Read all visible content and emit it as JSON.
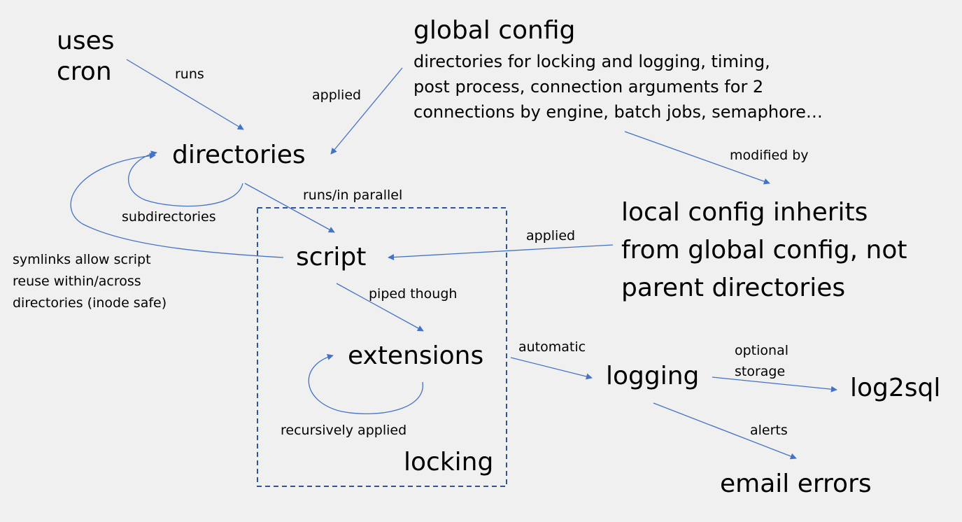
{
  "nodes": {
    "uses_cron": [
      "uses",
      "cron"
    ],
    "global_config": "global config",
    "global_config_desc": [
      "directories for locking and logging, timing,",
      "post process, connection arguments for 2",
      "connections by engine, batch jobs, semaphore…"
    ],
    "directories": "directories",
    "script": "script",
    "extensions": "extensions",
    "locking": "locking",
    "local_config": [
      "local config inherits",
      "from global config, not",
      "parent directories"
    ],
    "logging": "logging",
    "log2sql": "log2sql",
    "email_errors": "email errors"
  },
  "notes": {
    "symlinks": [
      "symlinks allow script",
      "reuse within/across",
      "directories (inode safe)"
    ]
  },
  "edge_labels": {
    "runs": "runs",
    "applied_global": "applied",
    "modified_by": "modified by",
    "subdirectories": "subdirectories",
    "runs_parallel": "runs/in parallel",
    "applied_local": "applied",
    "piped_through": "piped though",
    "recursively_applied": "recursively applied",
    "automatic": "automatic",
    "optional_storage": [
      "optional",
      "storage"
    ],
    "alerts": "alerts"
  },
  "colors": {
    "arrow": "#4472c4",
    "dashed_box": "#2f5597",
    "background": "#f0f0f0"
  }
}
